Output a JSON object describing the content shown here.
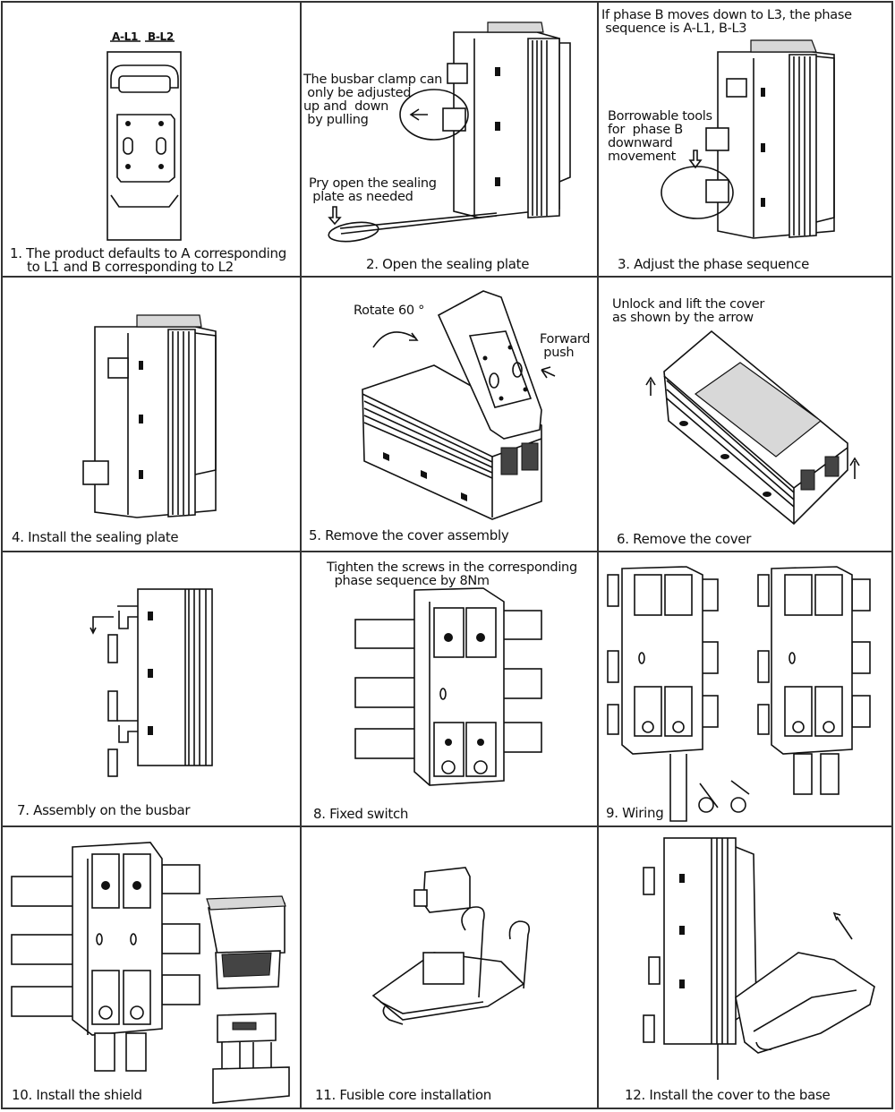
{
  "title": "Installation steps",
  "panels": [
    {
      "caption": "1. The product defaults to A corresponding",
      "caption2": "to L1 and B corresponding to L2",
      "labels": {
        "phase_a": "A-L1",
        "phase_b": "B-L2"
      }
    },
    {
      "caption": "2. Open the sealing plate",
      "notes": {
        "clamp": "The busbar clamp can\n only be adjusted\nup and  down\n by pulling",
        "pry": "Pry open the sealing\n plate as needed"
      }
    },
    {
      "caption": "3. Adjust the phase sequence",
      "notes": {
        "phase": "If phase B moves down to L3, the phase\n sequence is A-L1, B-L3",
        "tools": "Borrowable tools\nfor  phase B\ndownward\nmovement"
      }
    },
    {
      "caption": "4. Install the sealing plate"
    },
    {
      "caption": "5. Remove the cover assembly",
      "notes": {
        "rotate": "Rotate 60 °",
        "push": "Forward\n push"
      }
    },
    {
      "caption": "6. Remove the cover",
      "notes": {
        "unlock": "Unlock and lift the cover\nas shown by the arrow"
      }
    },
    {
      "caption": "7. Assembly on the busbar"
    },
    {
      "caption": "8. Fixed switch",
      "notes": {
        "tighten": "Tighten the screws in the corresponding\n  phase sequence by 8Nm"
      }
    },
    {
      "caption": "9. Wiring"
    },
    {
      "caption": "10. Install the shield"
    },
    {
      "caption": "11. Fusible core  installation"
    },
    {
      "caption": "12. Install the cover to the base"
    }
  ]
}
